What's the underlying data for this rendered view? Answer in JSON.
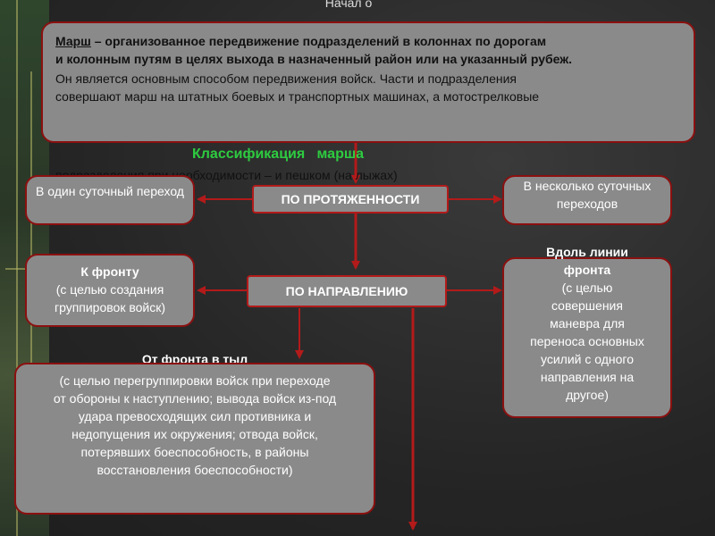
{
  "start_label": "Начал о",
  "definition": {
    "term": "Марш",
    "bold_line1": " – организованное передвижение подразделений  в колоннах по дорогам",
    "bold_line2": "и колонным путям в целях выхода в назначенный район или на указанный рубеж.",
    "normal_line1": "Он является основным способом передвижения войск. Части и подразделения",
    "normal_line2": "совершают марш на штатных боевых и транспортных машинах, а мотострелковые",
    "normal_line3": "подразделения при необходимости – и пешком (на лыжах)"
  },
  "classification_title": "Классификация   марша",
  "by_length": {
    "label": "ПО ПРОТЯЖЕННОСТИ",
    "left": "В один суточный переход",
    "right": "В несколько суточных переходов"
  },
  "by_direction": {
    "label": "ПО НАПРАВЛЕНИЮ",
    "left_title": "К фронту",
    "left_body": "(с целью создания группировок войск)",
    "right_title": "Вдоль линии фронта",
    "right_body": "(с целью совершения маневра для переноса основных усилий с одного направления на другое)",
    "bottom_title": "От фронта в тыл",
    "bottom_lines": [
      "(с целью перегруппировки войск при переходе",
      "от обороны к наступлению; вывода войск из-под",
      "удара превосходящих сил противника и",
      "недопущения их окружения; отвода войск,",
      "потерявших боеспособность, в районы",
      "восстановления боеспособности)"
    ]
  },
  "colors": {
    "box_fill": "#8a8a8a",
    "box_border": "#8b1010",
    "arrow": "#b31a1a",
    "title_green": "#2ecc40"
  }
}
